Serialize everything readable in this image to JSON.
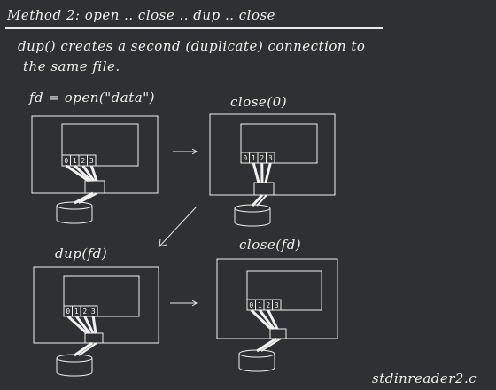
{
  "title": "Method 2: open .. close .. dup .. close",
  "description": {
    "line1": "dup() creates a second (duplicate) connection to",
    "line2": "the same file."
  },
  "steps": [
    {
      "label": "fd = open(\"data\")"
    },
    {
      "label": "close(0)"
    },
    {
      "label": "dup(fd)"
    },
    {
      "label": "close(fd)"
    }
  ],
  "fd_numbers": [
    "0",
    "1",
    "2",
    "3"
  ],
  "footer": "stdinreader2.c",
  "colors": {
    "background": "#2f3033",
    "ink": "#f0f0f0"
  }
}
